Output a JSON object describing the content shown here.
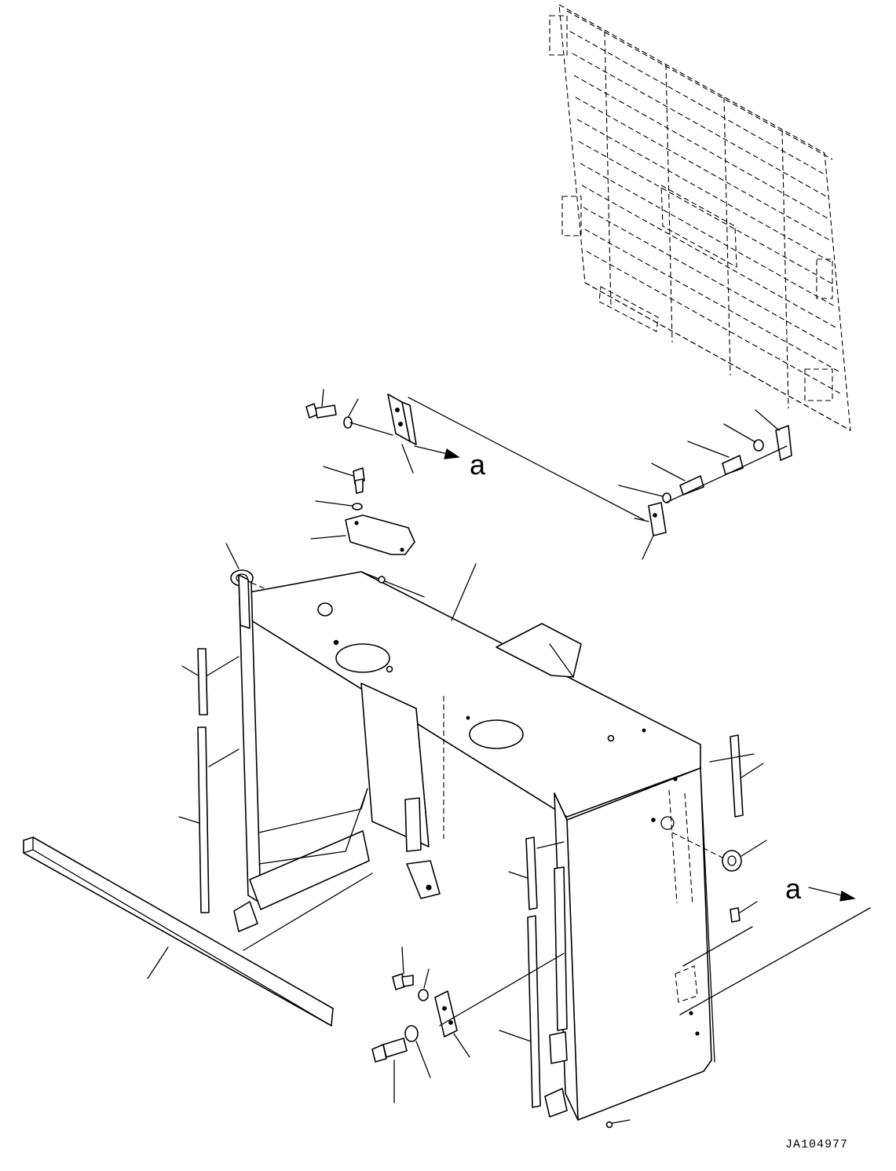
{
  "diagram": {
    "drawing_number": "JA104977",
    "view_marker_upper": "a",
    "view_marker_lower": "a"
  }
}
